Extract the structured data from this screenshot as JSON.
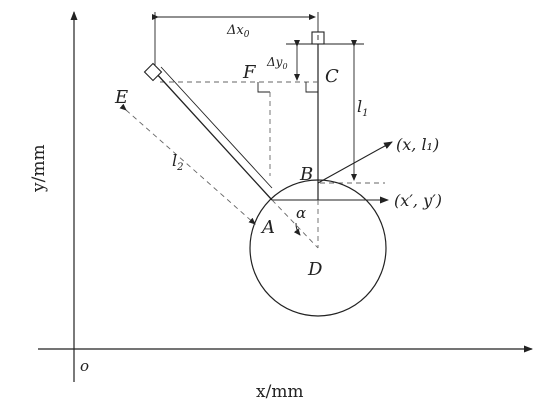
{
  "axes": {
    "x_label": "x/mm",
    "y_label": "y/mm",
    "origin": "o"
  },
  "points": {
    "A": "A",
    "B": "B",
    "C": "C",
    "D": "D",
    "E": "E",
    "F": "F"
  },
  "dimensions": {
    "dx0_base": "Δx",
    "dx0_sub": "0",
    "dy0_base": "Δy",
    "dy0_sub": "0",
    "l1_base": "l",
    "l1_sub": "1",
    "l2_base": "l",
    "l2_sub": "2",
    "alpha": "α"
  },
  "coords": {
    "target": "(x, l₁)",
    "measured": "(x′, y′)"
  },
  "colors": {
    "ink": "#222222",
    "dash": "#666666"
  }
}
